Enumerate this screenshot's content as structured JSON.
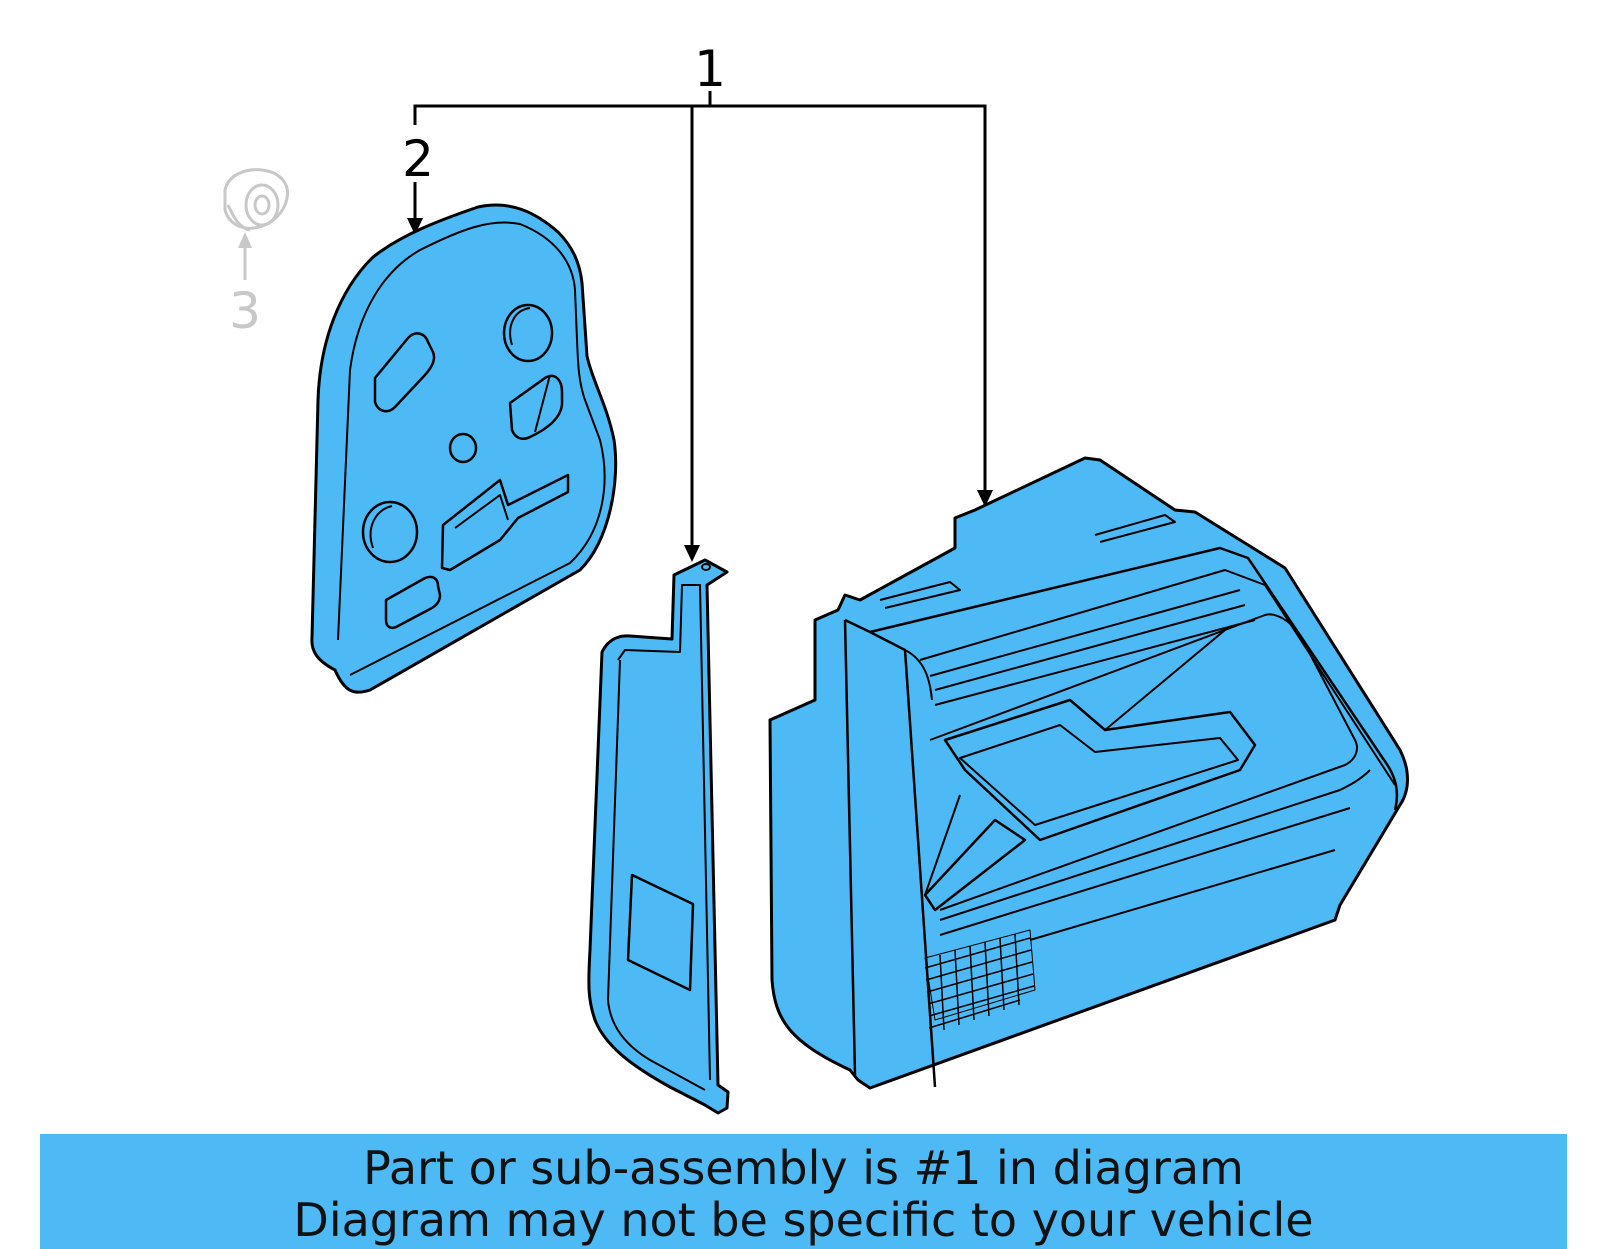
{
  "colors": {
    "part_fill": "#4dbaf5",
    "outline": "#000000",
    "ghost": "#c8c8c8",
    "banner": "#4dbaf5",
    "background": "#ffffff"
  },
  "callouts": {
    "one": "1",
    "two": "2",
    "three": "3"
  },
  "banner": {
    "line1": "Part or sub-assembly is #1 in diagram",
    "line2": "Diagram may not be specific to your vehicle"
  }
}
